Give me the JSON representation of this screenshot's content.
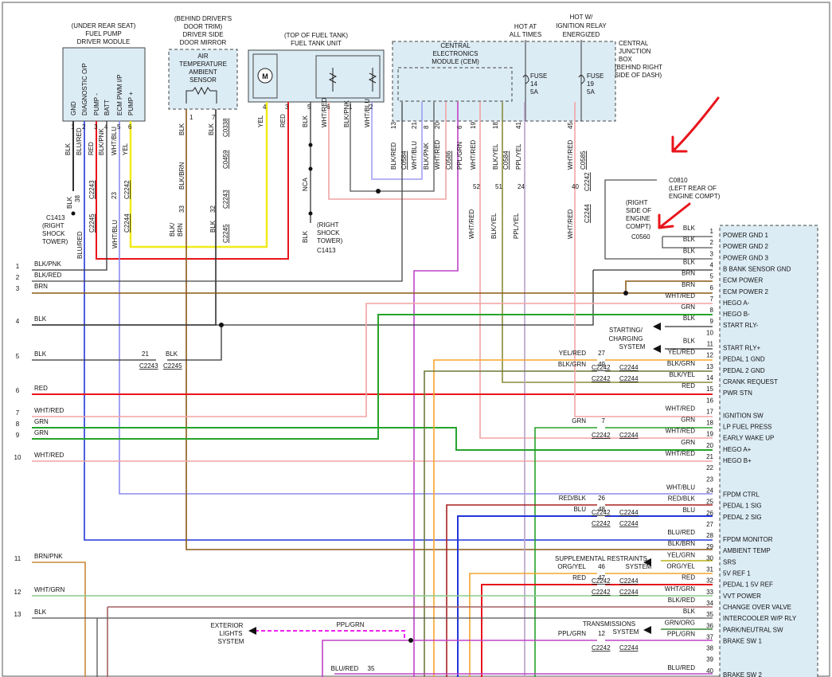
{
  "modules": {
    "fpdm": {
      "lines": [
        "(UNDER REAR SEAT)",
        "FUEL PUMP",
        "DRIVER MODULE"
      ],
      "pins": [
        {
          "label": "GND",
          "num": "1",
          "wire": "BLK"
        },
        {
          "label": "DIAGNOSTIC O/P",
          "num": "2",
          "wire": "BLU/RED"
        },
        {
          "label": "PUMP -",
          "num": "3",
          "wire": "RED"
        },
        {
          "label": "BATT",
          "num": "4",
          "wire": "BLK/PNK"
        },
        {
          "label": "ECM PWM I/P",
          "num": "5",
          "wire": "WHT/BLU"
        },
        {
          "label": "PUMP +",
          "num": "6",
          "wire": "YEL"
        }
      ]
    },
    "mirror": {
      "lines": [
        "(BEHIND DRIVER'S",
        "DOOR TRIM)",
        "DRIVER SIDE",
        "DOOR MIRROR"
      ],
      "sensor": [
        "AIR",
        "TEMPERATURE",
        "AMBIENT",
        "SENSOR"
      ],
      "pin1": {
        "wire": "BLK",
        "num": "1"
      },
      "pin7": {
        "wire": "BLK",
        "num": "7"
      },
      "connector": "C0338"
    },
    "tank": {
      "lines": [
        "(TOP OF FUEL TANK)",
        "FUEL TANK UNIT"
      ],
      "pins": [
        {
          "wire": "YEL",
          "num": "4"
        },
        {
          "wire": "RED",
          "num": "3"
        },
        {
          "wire": "BLK",
          "num": "5"
        },
        {
          "wire": "WHT/RED",
          "num": "6"
        },
        {
          "wire": "BLK/PNK",
          "num": "1"
        },
        {
          "wire": "WHT/BLU",
          "num": "2"
        }
      ]
    },
    "cem": {
      "lines": [
        "CENTRAL",
        "ELECTRONICS",
        "MODULE (CEM)"
      ],
      "cjb": [
        "CENTRAL",
        "JUNCTION",
        "BOX",
        "(BEHIND RIGHT",
        "SIDE OF DASH)"
      ],
      "hot1": [
        "HOT AT",
        "ALL TIMES"
      ],
      "hot2": [
        "HOT W/",
        "IGNITION RELAY",
        "ENERGIZED"
      ],
      "fuse14": [
        "FUSE",
        "14",
        "5A"
      ],
      "fuse19": [
        "FUSE",
        "19",
        "5A"
      ],
      "pins": [
        {
          "wire": "BLK/RED",
          "num": "13"
        },
        {
          "wire": "C0584",
          "num": ""
        },
        {
          "wire": "WHT/BLU",
          "num": "21"
        },
        {
          "wire": "BLK/PNK",
          "num": "8"
        },
        {
          "wire": "WHT/RED",
          "num": "20"
        },
        {
          "wire": "C0586",
          "num": ""
        },
        {
          "wire": "PPL/GRN",
          "num": "6"
        },
        {
          "wire": "WHT/RED",
          "num": "19"
        },
        {
          "wire": "BLK/YEL",
          "num": "18"
        },
        {
          "wire": "C0584",
          "num": ""
        },
        {
          "wire": "PPL/YEL",
          "num": "41"
        },
        {
          "wire": "WHT/RED",
          "num": "45"
        },
        {
          "wire": "C0585",
          "num": ""
        }
      ]
    }
  },
  "labels": {
    "c0810": [
      "C0810",
      "(LEFT REAR OF",
      "ENGINE COMPT)"
    ],
    "c0560_loc": [
      "(RIGHT",
      "SIDE OF",
      "ENGINE",
      "COMPT)"
    ],
    "c0560": "C0560",
    "c1413_left": [
      "C1413",
      "(RIGHT",
      "SHOCK",
      "TOWER)"
    ],
    "c1413_right": [
      "(RIGHT",
      "SHOCK",
      "TOWER)",
      "C1413"
    ],
    "nca": "NCA",
    "starting": [
      "STARTING/",
      "CHARGING",
      "SYSTEM"
    ],
    "srs": [
      "SUPPLEMENTAL RESTRAINTS",
      "SYSTEM"
    ],
    "transmission": [
      "TRANSMISSIONS",
      "SYSTEM"
    ],
    "exterior": [
      "EXTERIOR",
      "LIGHTS",
      "SYSTEM"
    ],
    "ppl_grn_top": "PPL/GRN",
    "c2242": "C2242",
    "c2243": "C2243",
    "c2244": "C2244",
    "c2245": "C2245",
    "c0459": "C0459",
    "blk_38": "38",
    "blk_33": "33",
    "blk_32": "32",
    "blk_23": "23",
    "mid_pins": [
      "52",
      "51",
      "24",
      "40"
    ],
    "mid_wires": [
      "WHT/RED",
      "BLK/YEL",
      "PPL/YEL",
      "WHT/RED"
    ],
    "left_pins_top": [
      "BLK",
      "BLU/RED",
      "RED",
      "BLK/PNK",
      "WHT/BLU",
      "YEL"
    ],
    "blk_brn": "BLK/BRN",
    "blk_brn2": [
      "BLK/",
      "BRN"
    ],
    "c2242_num": "C2242",
    "blu_red_35": "BLU/RED",
    "n35": "35"
  },
  "left_wires": [
    {
      "n": "1",
      "color": "BLK/PNK"
    },
    {
      "n": "2",
      "color": "BLK/RED"
    },
    {
      "n": "3",
      "color": "BRN"
    },
    {
      "n": "4",
      "color": "BLK"
    },
    {
      "n": "5",
      "color": "BLK"
    },
    {
      "n": "6",
      "color": "RED"
    },
    {
      "n": "7",
      "color": "WHT/RED"
    },
    {
      "n": "8",
      "color": "GRN"
    },
    {
      "n": "9",
      "color": "GRN"
    },
    {
      "n": "10",
      "color": "WHT/RED"
    },
    {
      "n": "11",
      "color": "BRN/PNK"
    },
    {
      "n": "12",
      "color": "WHT/GRN"
    },
    {
      "n": "13",
      "color": "BLK"
    }
  ],
  "ecm_pins": [
    {
      "n": "1",
      "wire": "BLK",
      "name": "POWER GND 1"
    },
    {
      "n": "2",
      "wire": "BLK",
      "name": "POWER GND 2"
    },
    {
      "n": "3",
      "wire": "BLK",
      "name": "POWER GND 3"
    },
    {
      "n": "4",
      "wire": "BLK",
      "name": "B BANK SENSOR GND"
    },
    {
      "n": "5",
      "wire": "BRN",
      "name": "ECM POWER"
    },
    {
      "n": "6",
      "wire": "BRN",
      "name": "ECM POWER 2"
    },
    {
      "n": "7",
      "wire": "WHT/RED",
      "name": "HEGO A-"
    },
    {
      "n": "8",
      "wire": "GRN",
      "name": "HEGO B-"
    },
    {
      "n": "9",
      "wire": "BLK",
      "name": "START RLY-"
    },
    {
      "n": "10",
      "wire": "",
      "name": ""
    },
    {
      "n": "11",
      "wire": "BLK",
      "name": "START RLY+"
    },
    {
      "n": "12",
      "wire": "YEL/RED",
      "name": "PEDAL 1 GND"
    },
    {
      "n": "13",
      "wire": "BLK/GRN",
      "name": "PEDAL 2 GND"
    },
    {
      "n": "14",
      "wire": "BLK/YEL",
      "name": "CRANK REQUEST"
    },
    {
      "n": "15",
      "wire": "RED",
      "name": "PWR STN"
    },
    {
      "n": "16",
      "wire": "",
      "name": ""
    },
    {
      "n": "17",
      "wire": "WHT/RED",
      "name": "IGNITION SW"
    },
    {
      "n": "18",
      "wire": "GRN",
      "name": "LP FUEL PRESS"
    },
    {
      "n": "19",
      "wire": "WHT/RED",
      "name": "EARLY WAKE UP"
    },
    {
      "n": "20",
      "wire": "GRN",
      "name": "HEGO A+"
    },
    {
      "n": "21",
      "wire": "WHT/RED",
      "name": "HEGO B+"
    },
    {
      "n": "22",
      "wire": "",
      "name": ""
    },
    {
      "n": "23",
      "wire": "",
      "name": ""
    },
    {
      "n": "24",
      "wire": "WHT/BLU",
      "name": "FPDM CTRL"
    },
    {
      "n": "25",
      "wire": "RED/BLK",
      "name": "PEDAL 1 SIG"
    },
    {
      "n": "26",
      "wire": "BLU",
      "name": "PEDAL 2 SIG"
    },
    {
      "n": "27",
      "wire": "",
      "name": ""
    },
    {
      "n": "28",
      "wire": "BLU/RED",
      "name": "FPDM MONITOR"
    },
    {
      "n": "29",
      "wire": "BLK/BRN",
      "name": "AMBIENT TEMP"
    },
    {
      "n": "30",
      "wire": "YEL/GRN",
      "name": "SRS"
    },
    {
      "n": "31",
      "wire": "ORG/YEL",
      "name": "5V REF 1"
    },
    {
      "n": "32",
      "wire": "RED",
      "name": "PEDAL 1 5V REF"
    },
    {
      "n": "33",
      "wire": "WHT/GRN",
      "name": "VVT POWER"
    },
    {
      "n": "34",
      "wire": "BLK/RED",
      "name": "CHANGE OVER VALVE"
    },
    {
      "n": "35",
      "wire": "BLK",
      "name": "INTERCOOLER W/P RLY"
    },
    {
      "n": "36",
      "wire": "GRN/ORG",
      "name": "PARK/NEUTRAL SW"
    },
    {
      "n": "37",
      "wire": "PPL/GRN",
      "name": "BRAKE SW 1"
    },
    {
      "n": "38",
      "wire": "",
      "name": ""
    },
    {
      "n": "39",
      "wire": "",
      "name": ""
    },
    {
      "n": "40",
      "wire": "BLU/RED",
      "name": "BRAKE SW 2"
    }
  ],
  "inline": {
    "c27": {
      "num": "27",
      "wire": "YEL/RED"
    },
    "c49": {
      "num": "49",
      "wire": "BLK/GRN"
    },
    "c7": {
      "num": "7",
      "wire": "GRN"
    },
    "c26": {
      "num": "26",
      "wire": "RED/BLK"
    },
    "c48": {
      "num": "48",
      "wire": "BLU"
    },
    "c46": {
      "num": "46",
      "wire": "ORG/YEL"
    },
    "c47": {
      "num": "47",
      "wire": "RED"
    },
    "c12": {
      "num": "12",
      "wire": "PPL/GRN"
    },
    "c21": {
      "num": "21",
      "wire": "BLK"
    }
  },
  "colors": {
    "red": "#e8141b",
    "yel": "#f2ea1a",
    "blu": "#2335d9",
    "grn": "#26a32a",
    "brn": "#8a5a17",
    "pink": "#f0a4a4",
    "ppl": "#c043c9",
    "org": "#f6a52a",
    "gray": "#555555",
    "box": "#dcecf5",
    "magenta": "#ee22ee"
  }
}
